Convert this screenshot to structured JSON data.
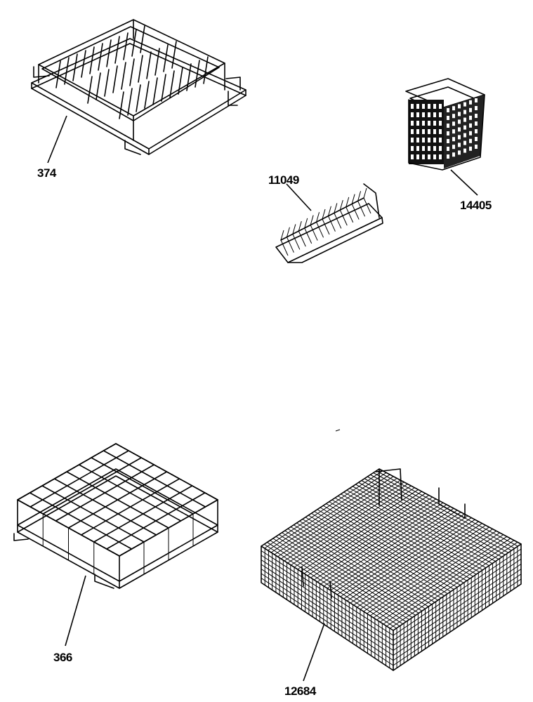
{
  "parts": [
    {
      "id": "dish-rack",
      "number": "374"
    },
    {
      "id": "plate-insert",
      "number": "11049"
    },
    {
      "id": "cutlery-basket",
      "number": "14405"
    },
    {
      "id": "glass-rack",
      "number": "366"
    },
    {
      "id": "mesh-basket",
      "number": "12684"
    }
  ]
}
